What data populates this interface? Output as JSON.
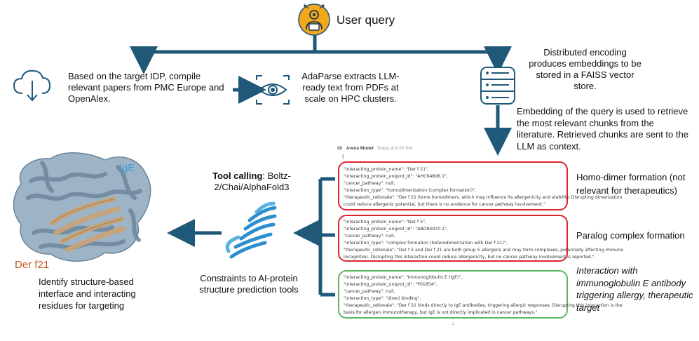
{
  "user_query": {
    "label": "User query"
  },
  "steps": {
    "compile": "Based on the target IDP, compile relevant papers from PMC Europe and OpenAlex.",
    "adaparse": "AdaParse extracts LLM-ready text from PDFs at scale on HPC clusters.",
    "encoding": "Distributed encoding produces embeddings to be stored in a FAISS vector store.",
    "retrieval": "Embedding of the query is used to retrieve the most relevant chunks from the literature. Retrieved chunks are sent to the LLM as context."
  },
  "chat": {
    "avatar": "OI",
    "model_name": "Arena Model",
    "timestamp": "Today at 6:02 PM",
    "brace": "{",
    "records": [
      {
        "lines": [
          "\"interacting_protein_name\": \"Der f 21\",",
          "\"interacting_protein_uniprot_id\": \"AHC94806.1\",",
          "\"cancer_pathway\": null,",
          "\"interaction_type\": \"homodimerization (complex formation)\",",
          "\"therapeutic_rationale\": \"Der f 21 forms homodimers, which may influence its allergenicity and stability. Disrupting dimerization",
          "could reduce allergenic potential, but there is no evidence for cancer pathway involvement.\""
        ]
      },
      {
        "lines": [
          "\"interacting_protein_name\": \"Der f 5\",",
          "\"interacting_protein_uniprot_id\": \"ABO84970.1\",",
          "\"cancer_pathway\": null,",
          "\"interaction_type\": \"complex formation (heterodimerization with Der f 21)\",",
          "\"therapeutic_rationale\": \"Der f 5 and Der f 21 are both group 5 allergens and may form complexes, potentially affecting immune",
          "recognition. Disrupting this interaction could reduce allergenicity, but no cancer pathway involvement is reported.\""
        ]
      },
      {
        "lines": [
          "\"interacting_protein_name\": \"Immunoglobulin E (IgE)\",",
          "\"interacting_protein_uniprot_id\": \"P01854\",",
          "\"cancer_pathway\": null,",
          "\"interaction_type\": \"direct binding\",",
          "\"therapeutic_rationale\": \"Der f 21 binds directly to IgE antibodies, triggering allergic responses. Disrupting this interaction is the",
          "basis for allergen immunotherapy, but IgE is not directly implicated in cancer pathways.\""
        ]
      }
    ],
    "scroll_arrow": "↓"
  },
  "annotations": {
    "homodimer": "Homo-dimer formation (not relevant for therapeutics)",
    "paralog": "Paralog complex formation",
    "ige": "Interaction with immunoglobulin E antibody triggering allergy, therapeutic target"
  },
  "tool_calling": {
    "bold": "Tool calling",
    "rest": ": Boltz-2/Chai/AlphaFold3"
  },
  "constraints": "Constraints to AI-protein structure prediction tools",
  "structure": {
    "ige_label": "IgE",
    "der_label": "Der f21",
    "caption": "Identify structure-based interface and interacting residues for targeting"
  },
  "colors": {
    "arrow": "#1f5878",
    "record_red": "#e0242b",
    "record_green": "#5cb85c",
    "user_icon": "#f3a81b",
    "ige": "#3a9fcf",
    "der": "#c4571f",
    "protein_blue": "#8aa4b8",
    "protein_tan": "#c6a37a",
    "helix": "#2d8fd0"
  },
  "icons": [
    "user-query-icon",
    "cloud-download-icon",
    "eye-scan-icon",
    "database-icon",
    "helix-icon",
    "protein-structure-icon"
  ]
}
